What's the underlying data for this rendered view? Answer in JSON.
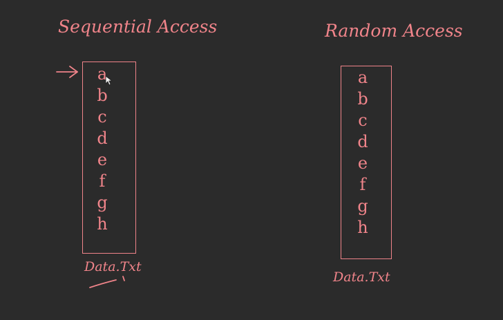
{
  "sequential": {
    "title": "Sequential Access",
    "items": [
      "a",
      "b",
      "c",
      "d",
      "e",
      "f",
      "g",
      "h"
    ],
    "file_label": "Data.Txt"
  },
  "random": {
    "title": "Random Access",
    "items": [
      "a",
      "b",
      "c",
      "d",
      "e",
      "f",
      "g",
      "h"
    ],
    "file_label": "Data.Txt"
  },
  "colors": {
    "background": "#2b2b2b",
    "ink": "#f0848a"
  }
}
